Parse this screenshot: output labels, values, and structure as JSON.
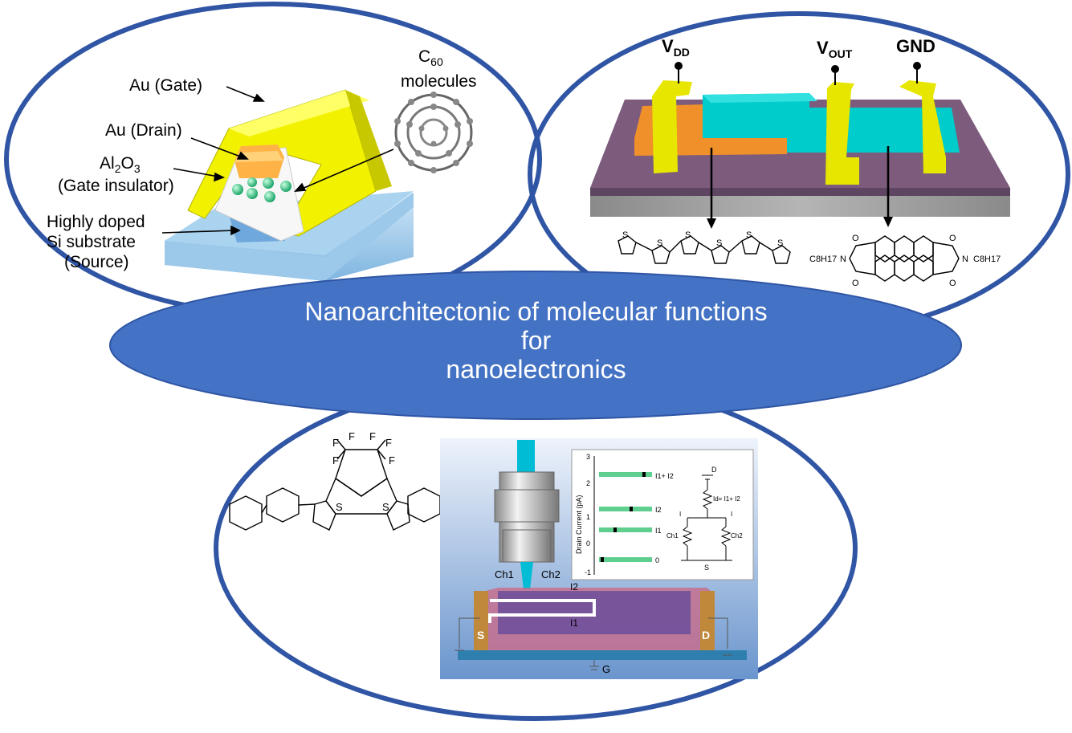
{
  "center": {
    "line1": "Nanoarchitectonic of molecular functions",
    "line2": "for",
    "line3": "nanoelectronics"
  },
  "left_panel": {
    "gate": "Au (Gate)",
    "drain": "Au (Drain)",
    "insulator_line1_pre": "Al",
    "insulator_sub1": "2",
    "insulator_mid": "O",
    "insulator_sub2": "3",
    "insulator_line2": "(Gate insulator)",
    "substrate_line1": "Highly doped",
    "substrate_line2": "Si substrate",
    "substrate_line3": "(Source)",
    "c60_pre": "C",
    "c60_sub": "60",
    "c60_line2": "molecules"
  },
  "right_panel": {
    "vdd_main": "V",
    "vdd_sub": "DD",
    "vout_main": "V",
    "vout_sub": "OUT",
    "gnd": "GND",
    "alkyl_left": "C8H17",
    "alkyl_right": "C8H17",
    "n_label": "N",
    "o_label": "O",
    "s_label": "S"
  },
  "bottom_panel": {
    "fluorine": "F",
    "sulfur": "S",
    "ch1": "Ch1",
    "ch2": "Ch2",
    "i2": "I2",
    "i1": "I1",
    "source": "S",
    "drain": "D",
    "gate": "G",
    "graph": {
      "ylabel": "Drain Current (pA)",
      "yticks": [
        "3",
        "2",
        "1",
        "0",
        "-1"
      ],
      "levels": [
        "I1+ I2",
        "I2",
        "I1",
        "0"
      ],
      "circuit_d": "D",
      "circuit_s": "S",
      "circuit_i": "I",
      "circuit_ch1": "Ch1",
      "circuit_ch2": "Ch2",
      "circuit_eq": "Id= I1+ I2"
    }
  },
  "colors": {
    "ellipse_stroke": "#2f55a4",
    "center_fill": "#4472c4",
    "gold": "#e6e600",
    "cyan": "#00cccc",
    "orange": "#f0902a",
    "purple": "#7c5b7d"
  }
}
